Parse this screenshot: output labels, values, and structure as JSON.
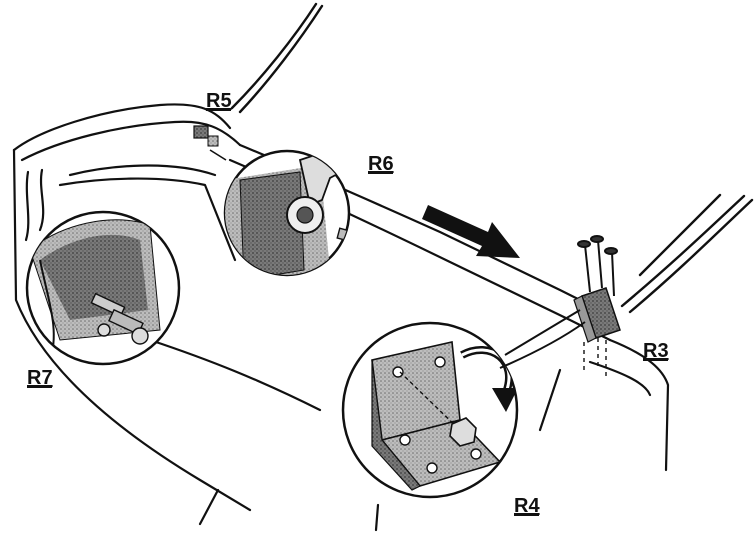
{
  "labels": {
    "r3": "R3",
    "r4": "R4",
    "r5": "R5",
    "r6": "R6",
    "r7": "R7"
  },
  "colors": {
    "ink": "#111111",
    "paper": "#ffffff",
    "metal_dark": "#555555",
    "metal_mid": "#8a8a8a",
    "metal_light": "#c8c8c8"
  }
}
